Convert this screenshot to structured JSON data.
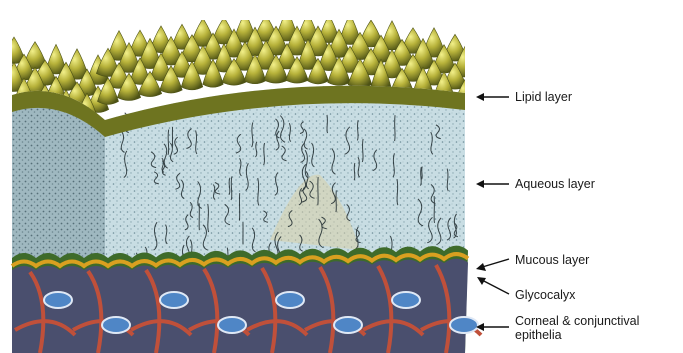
{
  "diagram": {
    "layers": [
      {
        "id": "lipid",
        "label": "Lipid layer",
        "color": "#9aa02a"
      },
      {
        "id": "aqueous",
        "label": "Aqueous layer",
        "color": "#c9dde2"
      },
      {
        "id": "mucous",
        "label": "Mucous layer",
        "color": "#3e6b2a"
      },
      {
        "id": "glycocalyx",
        "label": "Glycocalyx",
        "color": "#d9a020"
      },
      {
        "id": "epithelia",
        "label_line1": "Corneal & conjunctival",
        "label_line2": "epithelia",
        "color": "#c0503a"
      }
    ],
    "cell_color": "#4a4f6e",
    "nucleus_color": "#4f86c6"
  }
}
